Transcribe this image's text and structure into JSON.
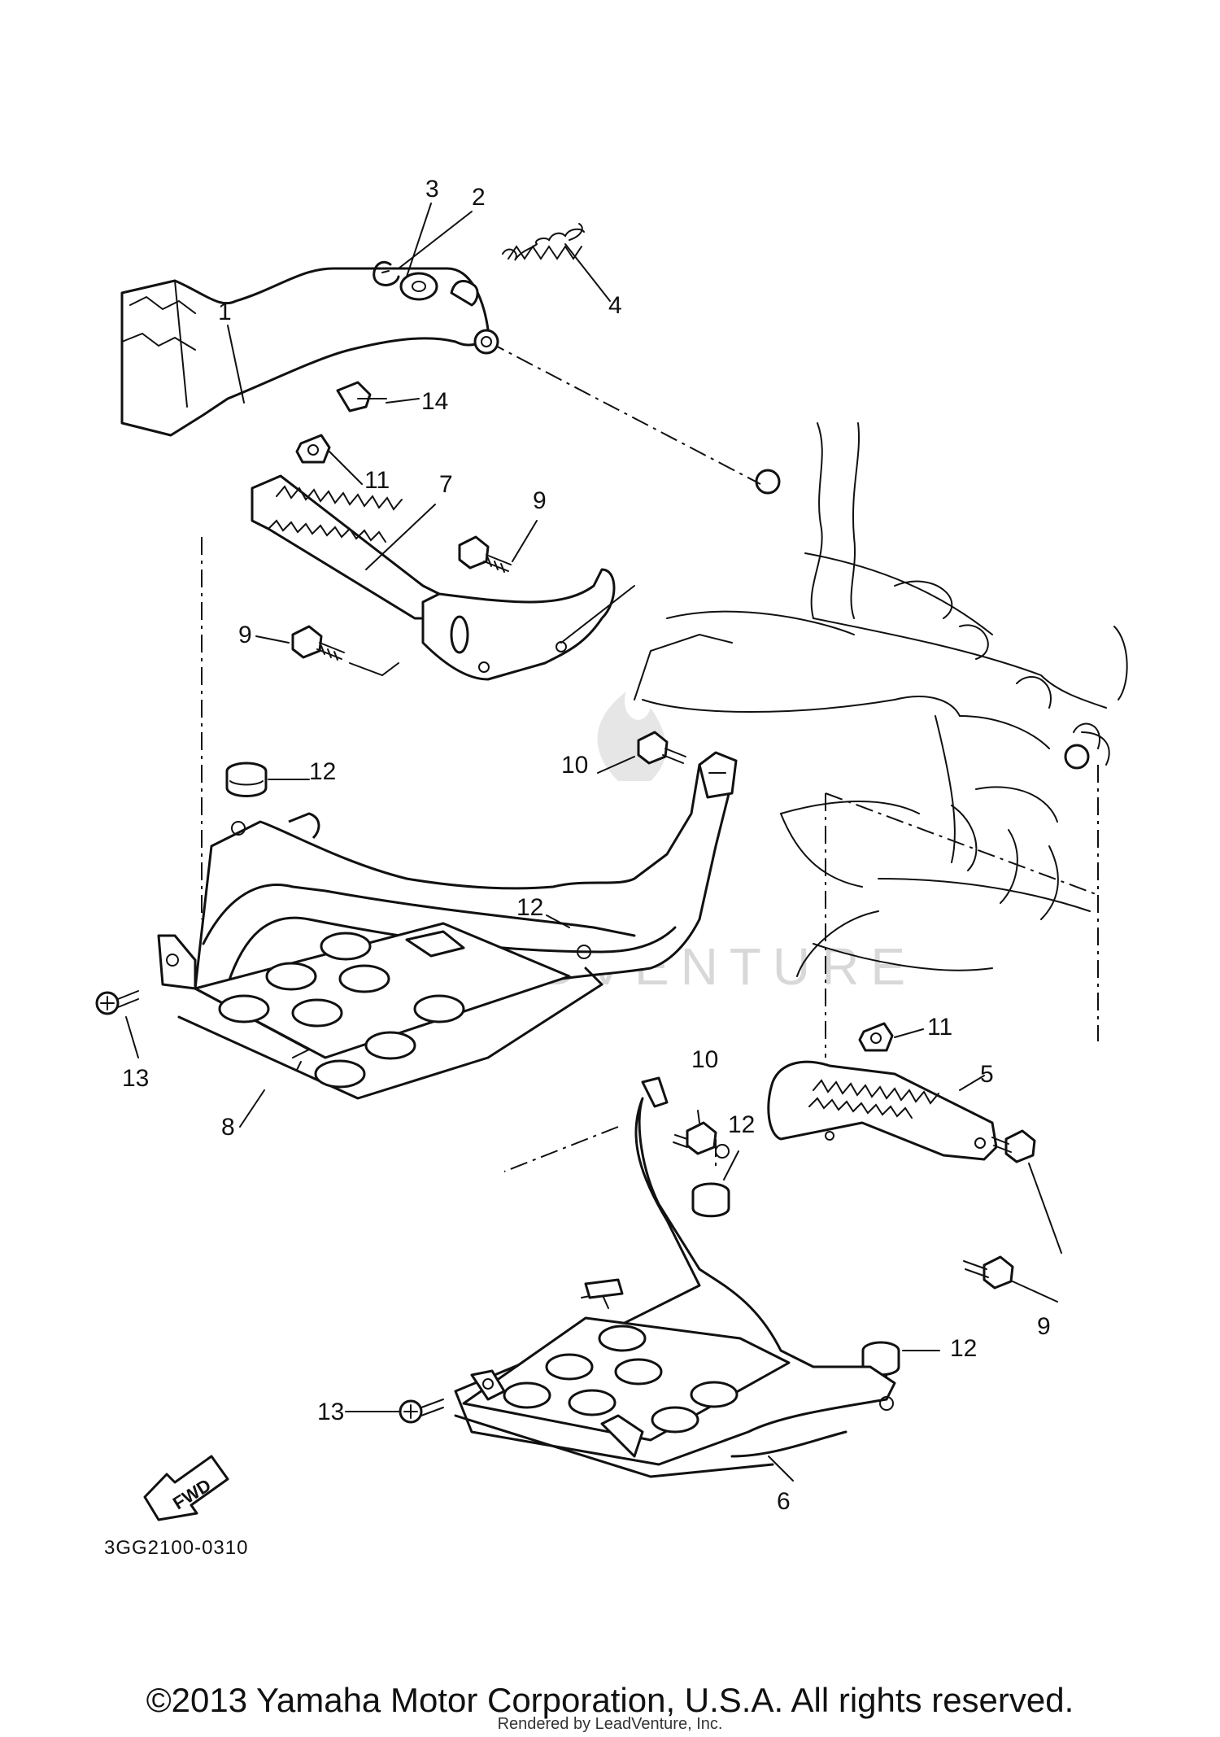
{
  "diagram": {
    "callouts": [
      "1",
      "2",
      "3",
      "4",
      "5",
      "6",
      "7",
      "8",
      "9",
      "9",
      "9",
      "10",
      "10",
      "11",
      "11",
      "12",
      "12",
      "12",
      "12",
      "13",
      "13",
      "14"
    ],
    "fwd_label": "FWD",
    "drawing_code": "3GG2100-0310",
    "watermark": "LEADVENTURE"
  },
  "footer": {
    "copyright": "©2013 Yamaha Motor Corporation, U.S.A. All rights reserved.",
    "rendered_by": "Rendered by LeadVenture, Inc."
  }
}
